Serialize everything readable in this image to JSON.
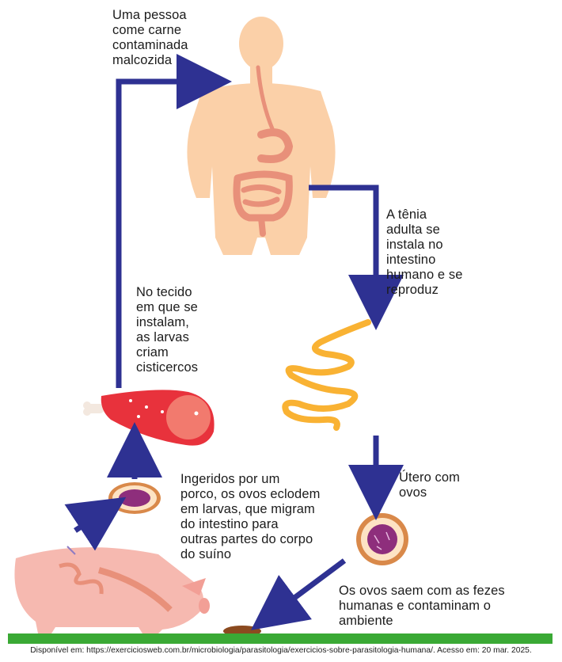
{
  "labels": {
    "person": "Uma pessoa\ncome carne\ncontaminada\nmalcozida",
    "adult_tapeworm": "A tênia\nadulta se\ninstala no\nintestino\nhumano e se\nreproduz",
    "cysticerci": "No tecido\nem que se\ninstalam,\nas larvas\ncriam\ncisticercos",
    "uterus": "Útero com\novos",
    "pig_ingestion": "Ingeridos por um\nporco, os ovos eclodem\nem larvas, que migram\ndo intestino para\noutras partes do corpo\ndo suíno",
    "eggs_out": "Os ovos saem com as fezes\nhumanas e contaminam o\nambiente"
  },
  "caption": "Disponível em: https://exerciciosweb.com.br/microbiologia/parasitologia/exercicios-sobre-parasitologia-humana/. Acesso em: 20 mar. 2025.",
  "colors": {
    "arrow": "#2e3192",
    "skin": "#fbd0a8",
    "intestine": "#e8907a",
    "worm": "#f9b233",
    "meat": "#e8323c",
    "pig": "#f6b9b0",
    "grass": "#3aa935",
    "egg_outer": "#d9894a",
    "egg_inner": "#8e2e7c"
  }
}
